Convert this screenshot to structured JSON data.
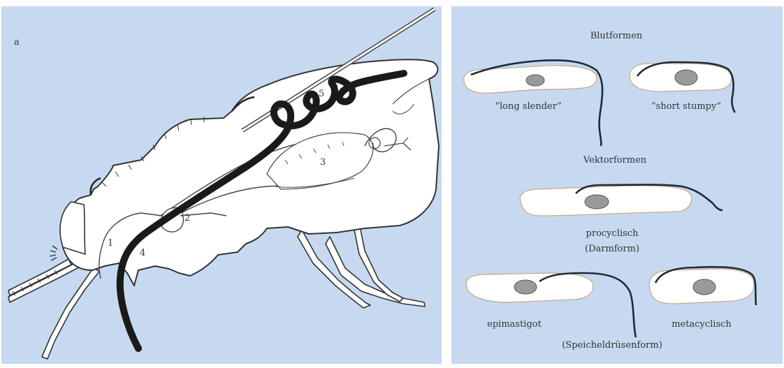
{
  "left": {
    "panel_letter": "a",
    "organ_numbers": [
      "1",
      "2",
      "3",
      "4",
      "5"
    ]
  },
  "right": {
    "heading_blood": "Blutformen",
    "long_slender": "“long slender“",
    "short_stumpy": "“short stumpy“",
    "heading_vector": "Vektorformen",
    "procyclic_line1": "procyclisch",
    "procyclic_line2": "(Darmform)",
    "epimastigote": "epimastigot",
    "metacyclic": "metacyclisch",
    "salivary_form": "(Speicheldrüsenform)"
  },
  "colors": {
    "background": "#c6d9f0",
    "cell_fill": "#ffffff",
    "nucleus": "#9a9a9a",
    "outline": "#2a2a2a"
  }
}
